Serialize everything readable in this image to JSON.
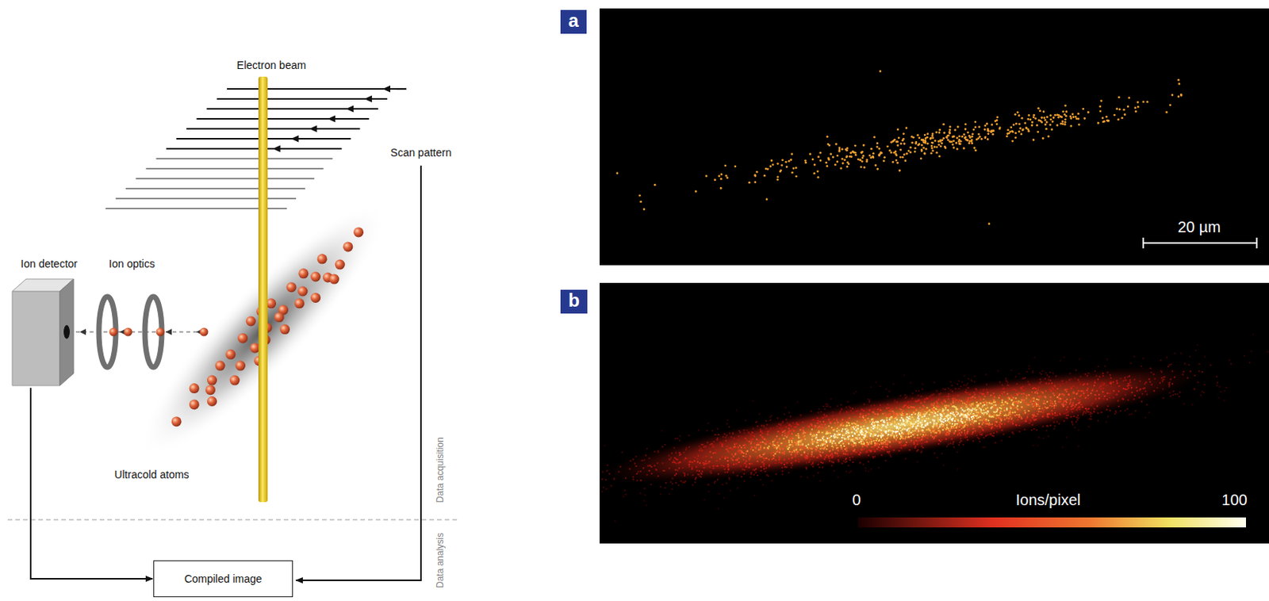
{
  "diagram": {
    "nodes": [
      {
        "text": [
          "Ion detector"
        ]
      },
      {
        "text": [
          "Compiled image"
        ]
      },
      {
        "text": [
          "a"
        ]
      },
      {
        "text": [
          "b"
        ]
      }
    ],
    "edges": [
      {
        "from": 0,
        "to": 1,
        "arrow": "to"
      }
    ],
    "labels": [
      "Electron beam",
      "Scan pattern",
      "Ion optics",
      "Ultracold atoms",
      "Data acquisition",
      "Data analysis",
      "20 µm",
      "0",
      "Ions/pixel",
      "100"
    ]
  }
}
